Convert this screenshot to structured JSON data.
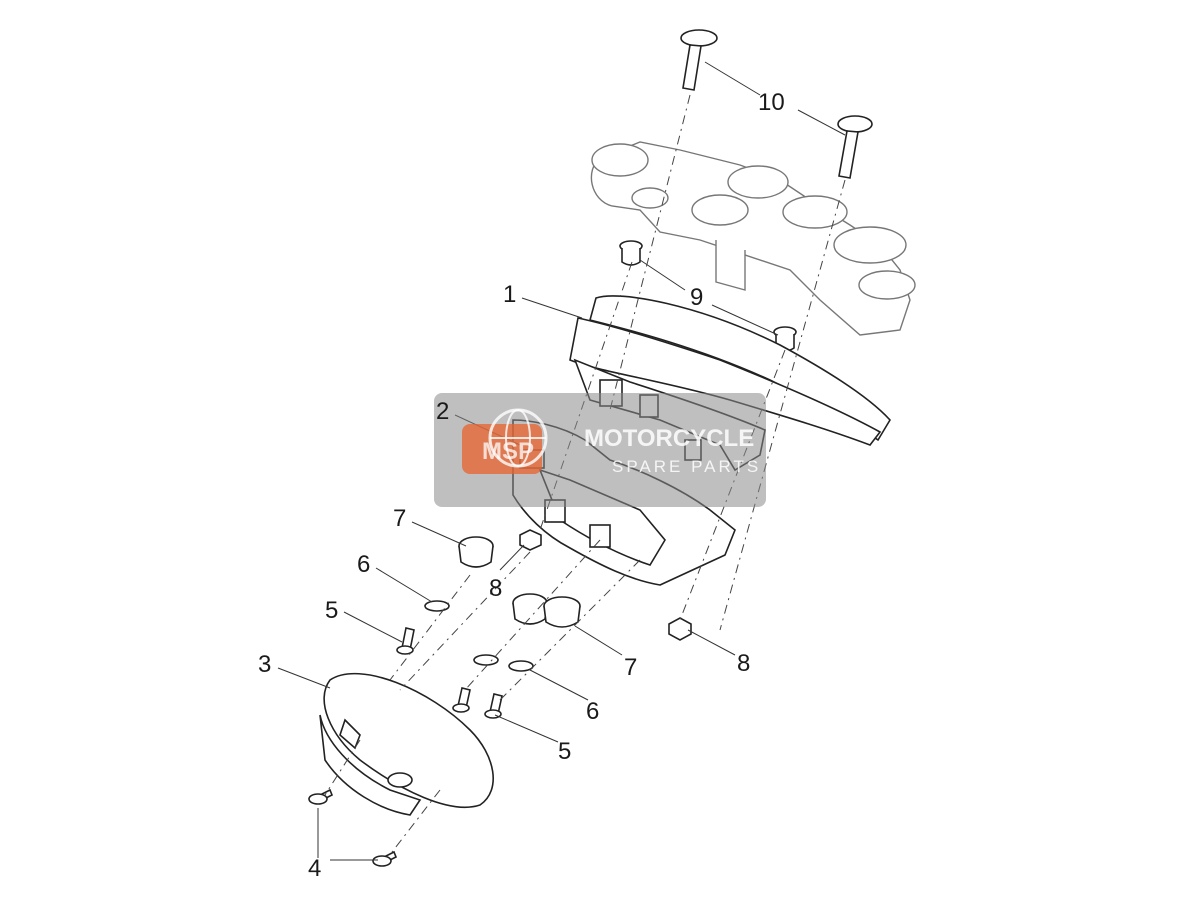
{
  "diagram": {
    "callouts": [
      {
        "id": "c10",
        "label": "10"
      },
      {
        "id": "c9",
        "label": "9"
      },
      {
        "id": "c1",
        "label": "1"
      },
      {
        "id": "c2",
        "label": "2"
      },
      {
        "id": "c7a",
        "label": "7"
      },
      {
        "id": "c6a",
        "label": "6"
      },
      {
        "id": "c8a",
        "label": "8"
      },
      {
        "id": "c5a",
        "label": "5"
      },
      {
        "id": "c3",
        "label": "3"
      },
      {
        "id": "c7b",
        "label": "7"
      },
      {
        "id": "c8b",
        "label": "8"
      },
      {
        "id": "c6b",
        "label": "6"
      },
      {
        "id": "c5b",
        "label": "5"
      },
      {
        "id": "c4",
        "label": "4"
      }
    ]
  },
  "watermark": {
    "logo_text": "MSP",
    "title": "MOTORCYCLE",
    "subtitle": "SPARE PARTS",
    "accent_color": "#e8622c",
    "band_color": "#8a8a8a"
  }
}
